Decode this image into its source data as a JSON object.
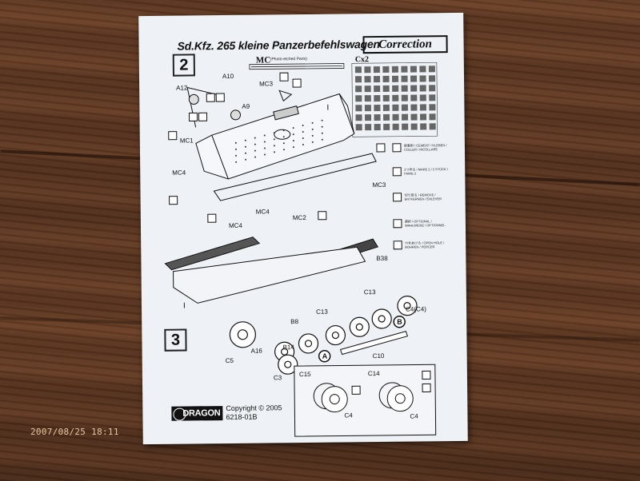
{
  "sheet": {
    "title": "Sd.Kfz. 265 kleine Panzerbefehlswagen",
    "correction": "Correction",
    "step_2": "2",
    "step_3": "3",
    "mc_title": "MC",
    "mc_sub": "(Photo-etched Parts)",
    "cx2": "Cx2",
    "brand": "DRAGON",
    "copyright": "Copyright © 2005",
    "code": "6218-01B",
    "labels_step2": [
      "A12",
      "A10",
      "A9",
      "MC3",
      "I",
      "MC1",
      "MC4",
      "MC3",
      "MC4",
      "MC2",
      "MC4"
    ],
    "labels_step3": [
      "B38",
      "C13",
      "C13",
      "I",
      "B8",
      "C4(C4)",
      "A16",
      "B14",
      "C5",
      "C3",
      "C10",
      "A",
      "B",
      "C15",
      "C14",
      "C4",
      "C4"
    ],
    "legend": [
      {
        "icon": "cement-icon",
        "text": "接着剤 / CEMENT / KLEBEN / COLLER / INCOLLARE"
      },
      {
        "icon": "two-sets-icon",
        "text": "2つ作る / MAKE 2 / 2 STÜCK / FAIRE 2"
      },
      {
        "icon": "remove-icon",
        "text": "切り取る / REMOVE / ENTFERNEN / ENLEVER"
      },
      {
        "icon": "option-icon",
        "text": "選択 / OPTIONAL / WAHLWEISE / OPTIONNEL"
      },
      {
        "icon": "drill-icon",
        "text": "穴をあける / OPEN HOLE / BOHREN / PERCER"
      }
    ]
  },
  "overlay": {
    "timestamp": "2007/08/25 18:11"
  },
  "colors": {
    "wood": "#5d3721",
    "paper": "#eef1f5",
    "ink": "#111111",
    "timestamp": "#e8c9a0"
  }
}
